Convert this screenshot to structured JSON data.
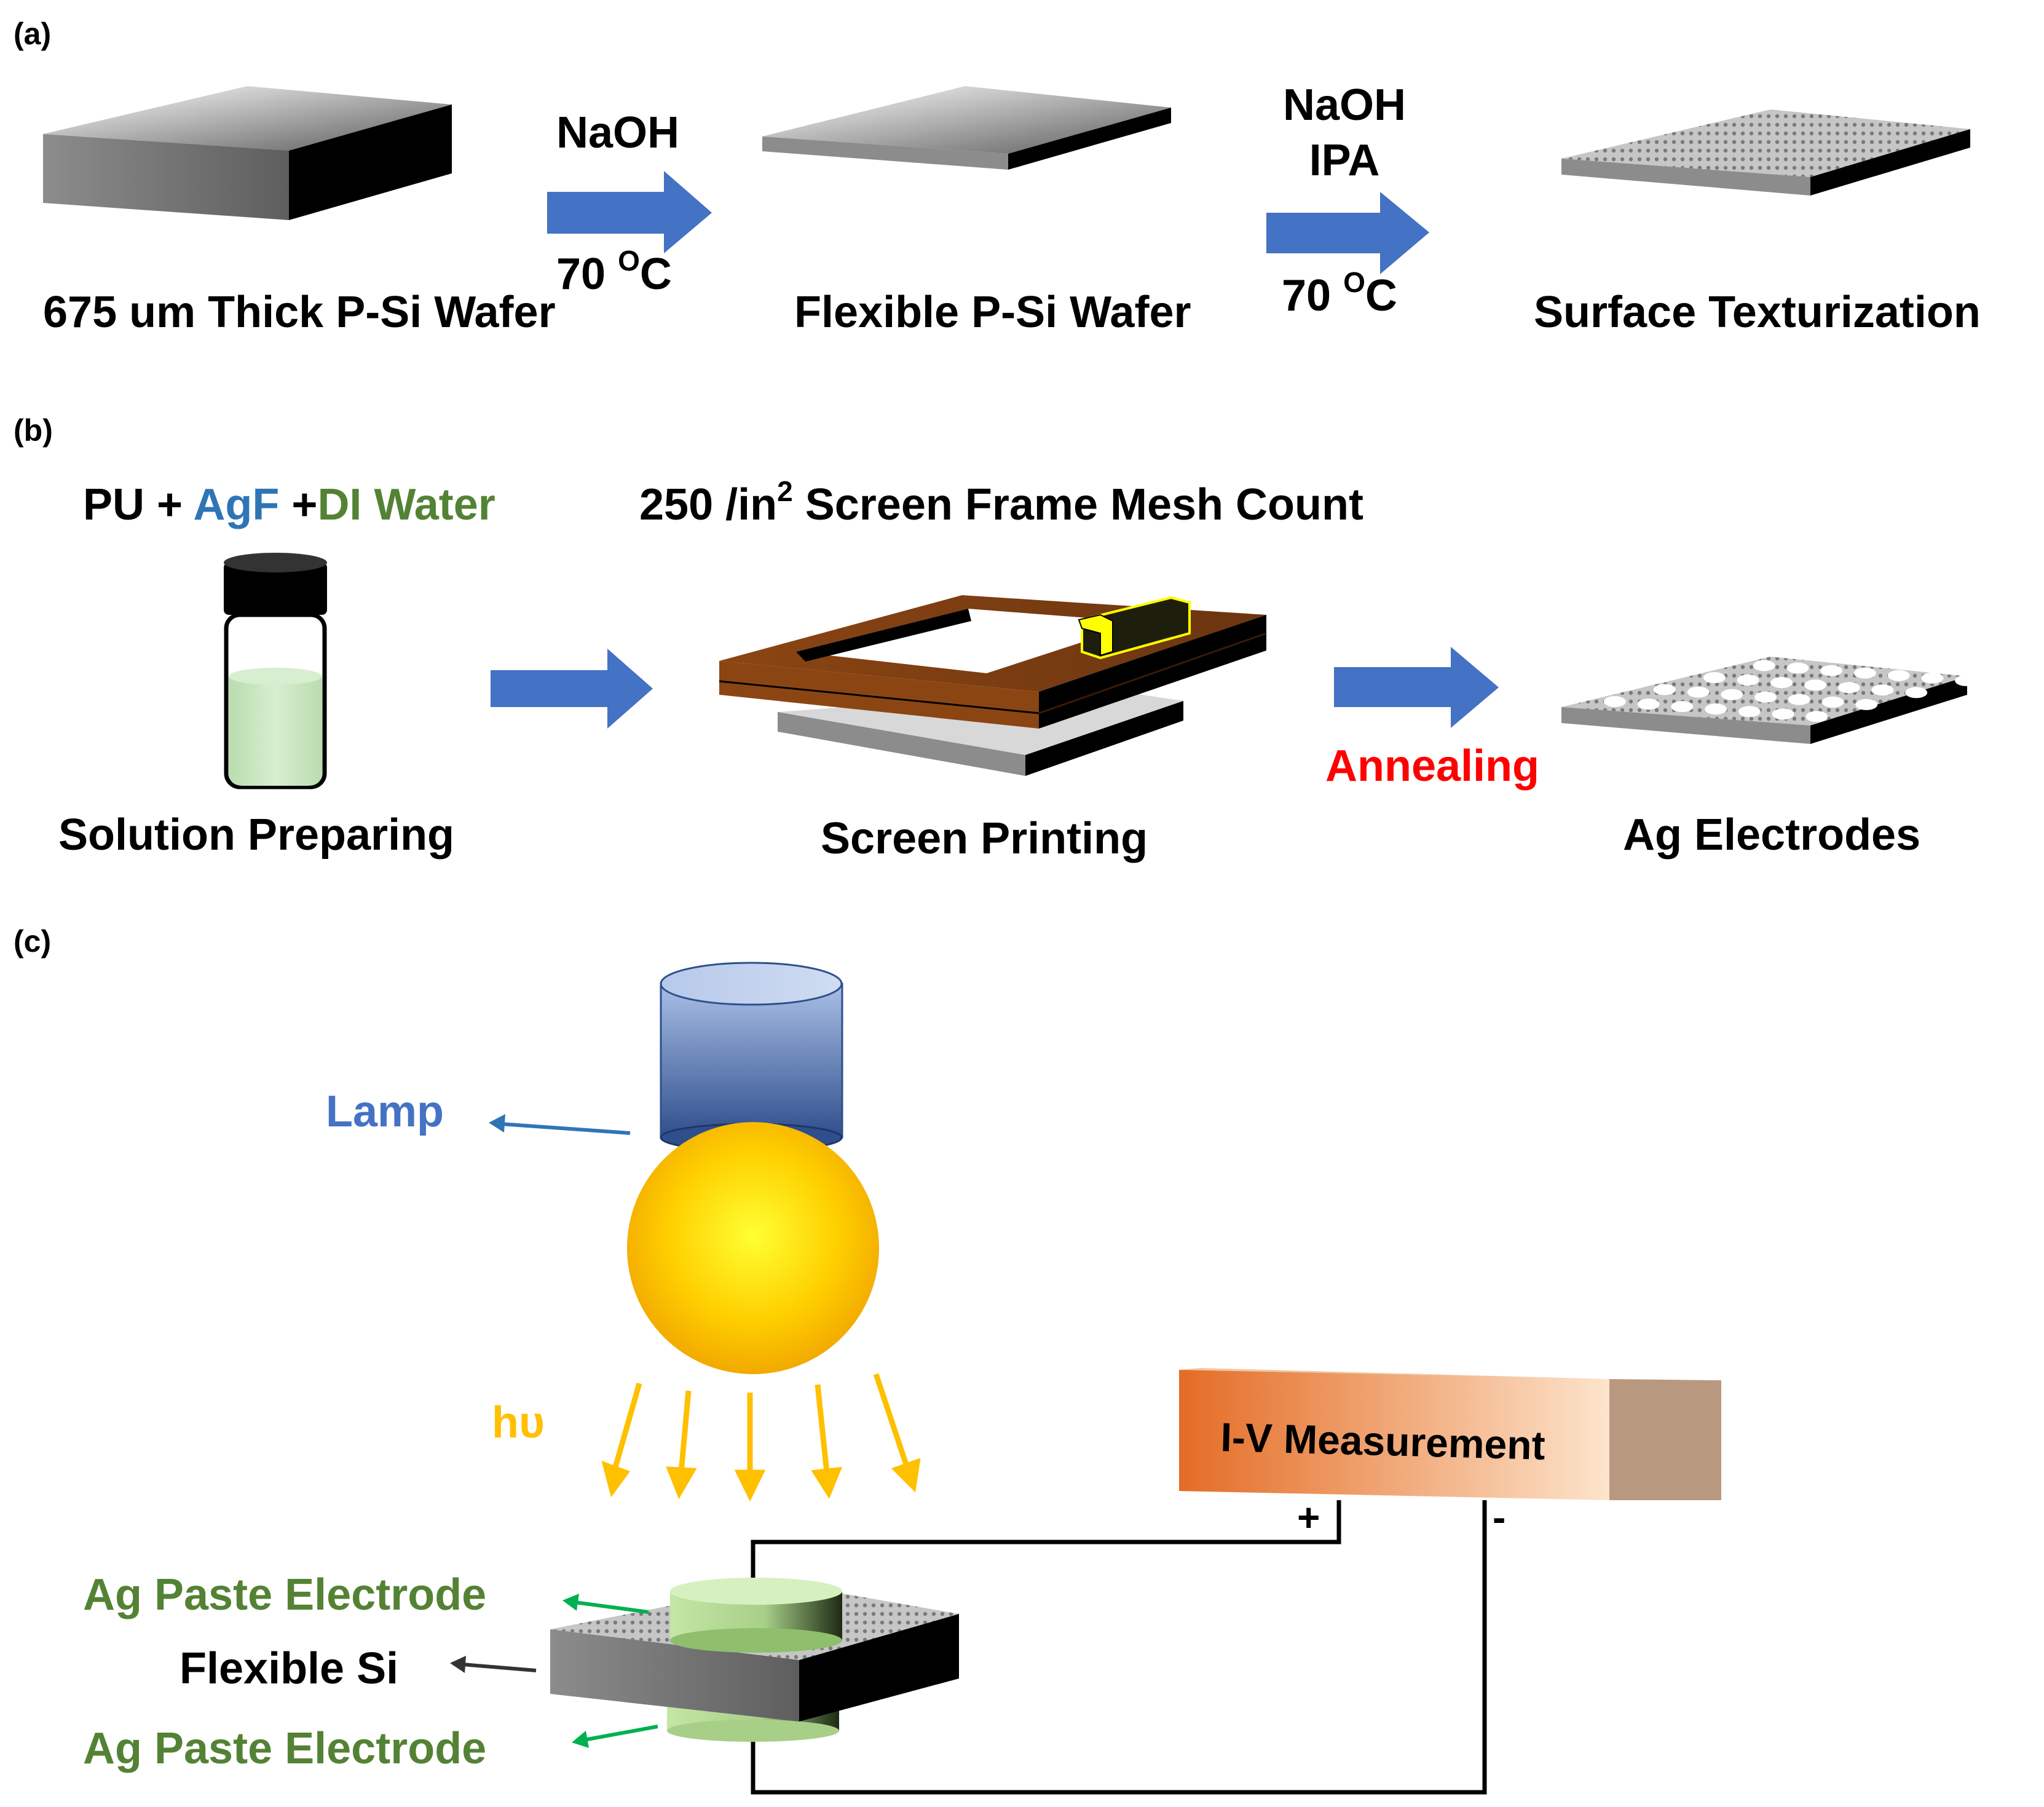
{
  "panel_a": {
    "label": "(a)",
    "step1_caption": "675 um Thick P-Si Wafer",
    "step2_caption": "Flexible P-Si Wafer",
    "step3_caption": "Surface Texturization",
    "arrow1_top": "NaOH",
    "arrow1_temp": "70 ",
    "arrow1_temp_sup": "O",
    "arrow1_temp_unit": "C",
    "arrow2_top_line1": "NaOH",
    "arrow2_top_line2": "IPA",
    "arrow2_temp": "70 ",
    "arrow2_temp_sup": "O",
    "arrow2_temp_unit": "C"
  },
  "panel_b": {
    "label": "(b)",
    "solution_formula_pu": "PU + ",
    "solution_formula_agf": "AgF",
    "solution_formula_plus": " +",
    "solution_formula_di": "DI Water",
    "mesh_text_pre": "250 /in",
    "mesh_text_sup": "2",
    "mesh_text_post": " Screen Frame Mesh Count",
    "step1_caption": "Solution Preparing",
    "step2_caption": "Screen Printing",
    "step3_caption": "Ag Electrodes",
    "annealing_label": "Annealing"
  },
  "panel_c": {
    "label": "(c)",
    "lamp_label": "Lamp",
    "light_label": "hυ",
    "measurement_label": "I-V Measurement",
    "plus_terminal": "+",
    "minus_terminal": "-",
    "top_electrode_label": "Ag Paste Electrode",
    "substrate_label": "Flexible Si",
    "bottom_electrode_label": "Ag Paste Electrode"
  },
  "colors": {
    "arrow_blue": "#4472C4",
    "agf_blue": "#2E75B6",
    "di_water_green": "#548235",
    "annealing_red": "#FF0000",
    "lamp_blue": "#4472C4",
    "light_yellow": "#FFC000",
    "electrode_green": "#548235",
    "frame_brown": "#8B4513",
    "measurement_orange": "#E46C25"
  }
}
